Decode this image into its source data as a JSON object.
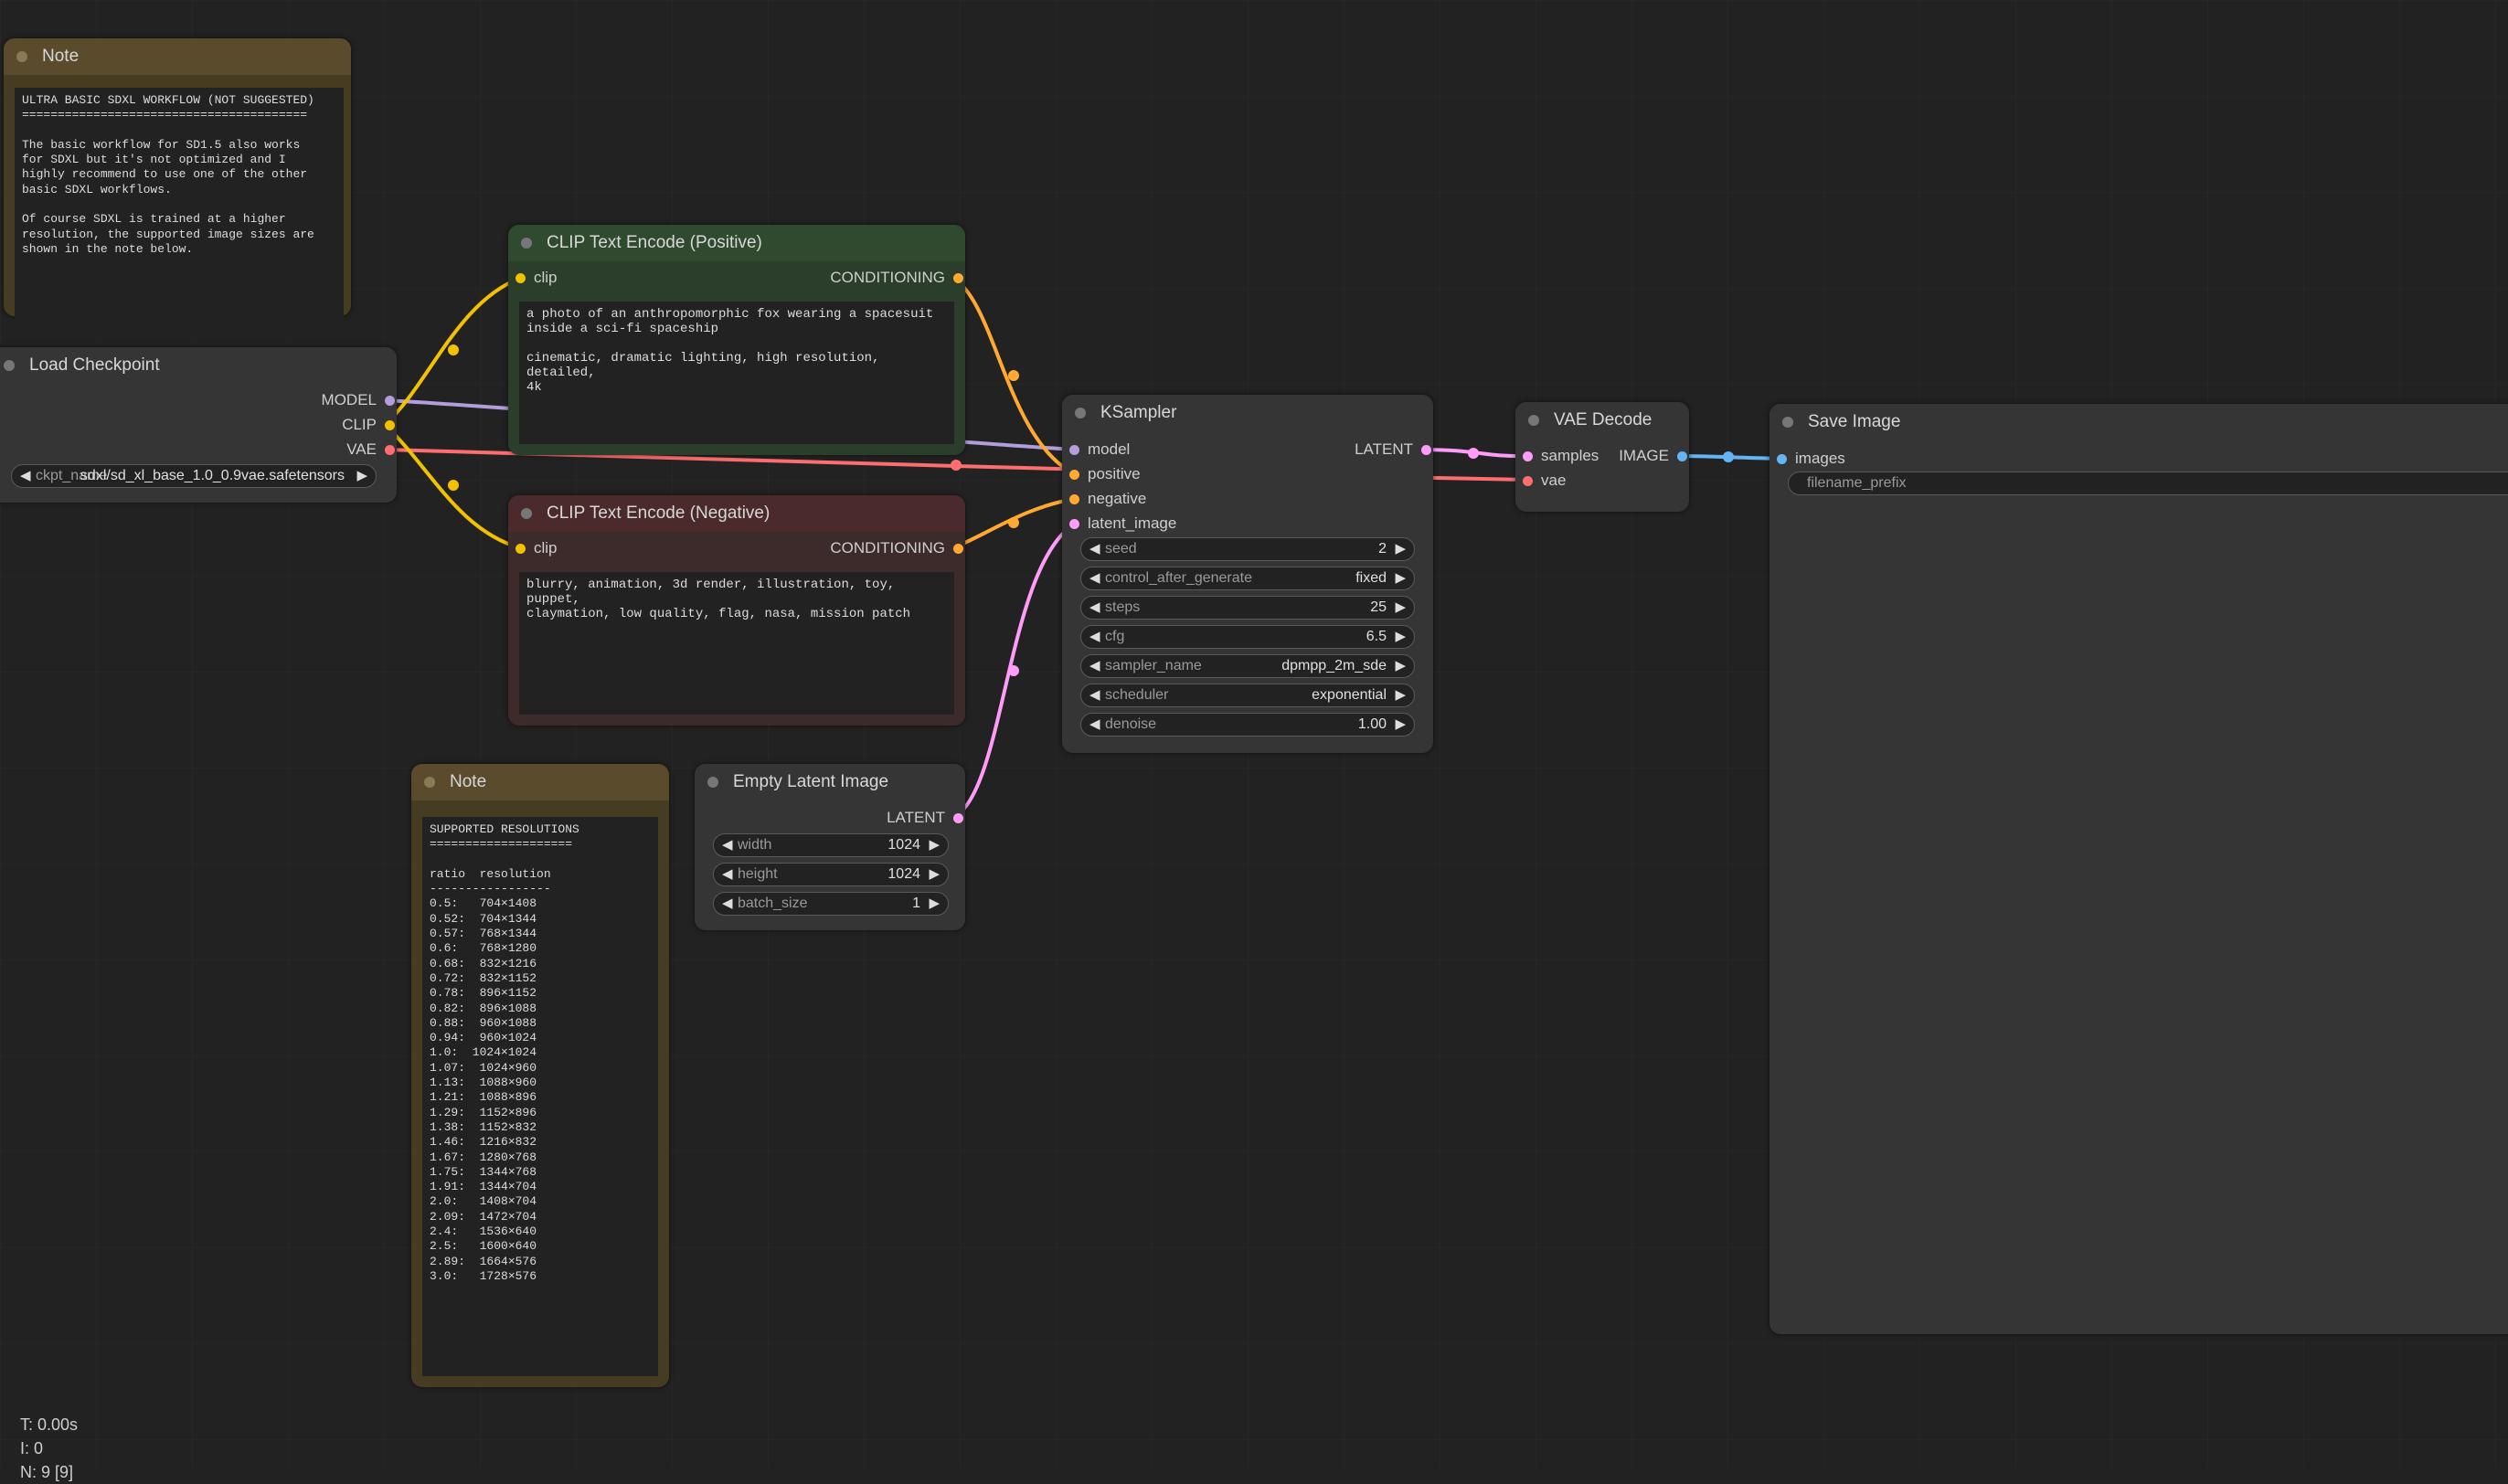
{
  "colors": {
    "background": "#222222",
    "node_body": "#353535",
    "positive_title": "#2f4a2f",
    "negative_title": "#4a2a2a",
    "note_body": "#463c22",
    "clip_yellow": "#f2c200",
    "model_lavender": "#b39ddb",
    "vae_red": "#ff6e6e",
    "conditioning_orange": "#ffa931",
    "latent_pink": "#ff9cf9",
    "image_blue": "#64b5f6"
  },
  "note1": {
    "title": "Note",
    "text": "ULTRA BASIC SDXL WORKFLOW (NOT SUGGESTED)\n========================================\n\nThe basic workflow for SD1.5 also works\nfor SDXL but it's not optimized and I\nhighly recommend to use one of the other\nbasic SDXL workflows.\n\nOf course SDXL is trained at a higher\nresolution, the supported image sizes are\nshown in the note below."
  },
  "load_checkpoint": {
    "title": "Load Checkpoint",
    "outputs": [
      "MODEL",
      "CLIP",
      "VAE"
    ],
    "ckpt_label": "ckpt_name",
    "ckpt_value": "sdxl/sd_xl_base_1.0_0.9vae.safetensors"
  },
  "clip_positive": {
    "title": "CLIP Text Encode (Positive)",
    "input": "clip",
    "output": "CONDITIONING",
    "text": "a photo of an anthropomorphic fox wearing a spacesuit\ninside a sci-fi spaceship\n\ncinematic, dramatic lighting, high resolution, detailed,\n4k"
  },
  "clip_negative": {
    "title": "CLIP Text Encode (Negative)",
    "input": "clip",
    "output": "CONDITIONING",
    "text": "blurry, animation, 3d render, illustration, toy, puppet,\nclaymation, low quality, flag, nasa, mission patch"
  },
  "ksampler": {
    "title": "KSampler",
    "inputs": [
      "model",
      "positive",
      "negative",
      "latent_image"
    ],
    "output": "LATENT",
    "widgets": [
      {
        "label": "seed",
        "value": "2"
      },
      {
        "label": "control_after_generate",
        "value": "fixed"
      },
      {
        "label": "steps",
        "value": "25"
      },
      {
        "label": "cfg",
        "value": "6.5"
      },
      {
        "label": "sampler_name",
        "value": "dpmpp_2m_sde"
      },
      {
        "label": "scheduler",
        "value": "exponential"
      },
      {
        "label": "denoise",
        "value": "1.00"
      }
    ]
  },
  "vae_decode": {
    "title": "VAE Decode",
    "inputs": [
      "samples",
      "vae"
    ],
    "output": "IMAGE"
  },
  "save_image": {
    "title": "Save Image",
    "input": "images",
    "filename_label": "filename_prefix"
  },
  "note2": {
    "title": "Note",
    "text": "SUPPORTED RESOLUTIONS\n====================\n\nratio  resolution\n-----------------\n0.5:   704×1408\n0.52:  704×1344\n0.57:  768×1344\n0.6:   768×1280\n0.68:  832×1216\n0.72:  832×1152\n0.78:  896×1152\n0.82:  896×1088\n0.88:  960×1088\n0.94:  960×1024\n1.0:  1024×1024\n1.07:  1024×960\n1.13:  1088×960\n1.21:  1088×896\n1.29:  1152×896\n1.38:  1152×832\n1.46:  1216×832\n1.67:  1280×768\n1.75:  1344×768\n1.91:  1344×704\n2.0:   1408×704\n2.09:  1472×704\n2.4:   1536×640\n2.5:   1600×640\n2.89:  1664×576\n3.0:   1728×576"
  },
  "empty_latent": {
    "title": "Empty Latent Image",
    "output": "LATENT",
    "widgets": [
      {
        "label": "width",
        "value": "1024"
      },
      {
        "label": "height",
        "value": "1024"
      },
      {
        "label": "batch_size",
        "value": "1"
      }
    ]
  },
  "stats": {
    "time": "T: 0.00s",
    "iterations": "I: 0",
    "nodes": "N: 9 [9]"
  }
}
